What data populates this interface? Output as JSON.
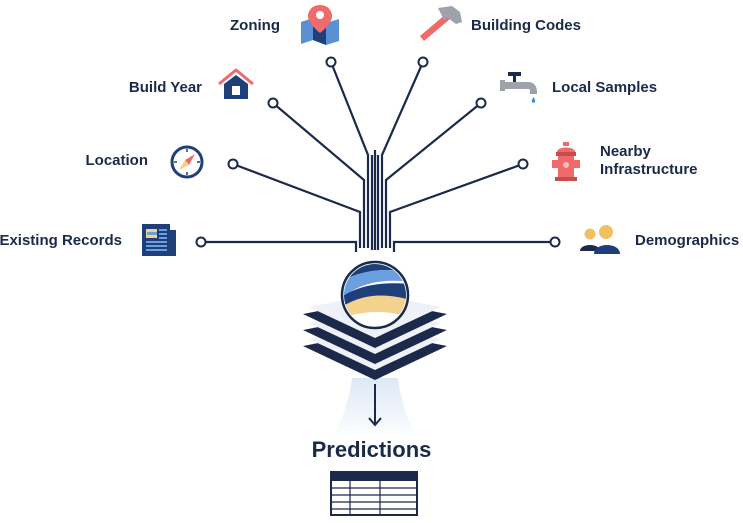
{
  "inputs": {
    "zoning": {
      "label": "Zoning",
      "icon": "map-pin-icon"
    },
    "building_codes": {
      "label": "Building Codes",
      "icon": "hammer-icon"
    },
    "build_year": {
      "label": "Build Year",
      "icon": "house-icon"
    },
    "local_samples": {
      "label": "Local Samples",
      "icon": "faucet-icon"
    },
    "location": {
      "label": "Location",
      "icon": "compass-icon"
    },
    "nearby_infrastructure": {
      "label": "Nearby\nInfrastructure",
      "line1": "Nearby",
      "line2": "Infrastructure",
      "icon": "fire-hydrant-icon"
    },
    "existing_records": {
      "label": "Existing Records",
      "icon": "newspaper-icon"
    },
    "demographics": {
      "label": "Demographics",
      "icon": "people-icon"
    }
  },
  "output": {
    "label": "Predictions",
    "icon": "table-icon"
  },
  "model": {
    "icon": "model-layers-icon"
  },
  "colors": {
    "navy": "#1b2a4a",
    "dark_blue": "#1f3f7a",
    "light_blue": "#6aa0e0",
    "sand": "#f2d28c",
    "red": "#ef6b6b",
    "gray": "#9ea3ab",
    "layer_fill": "#eef1f8",
    "glow": "#d9e6f5"
  }
}
